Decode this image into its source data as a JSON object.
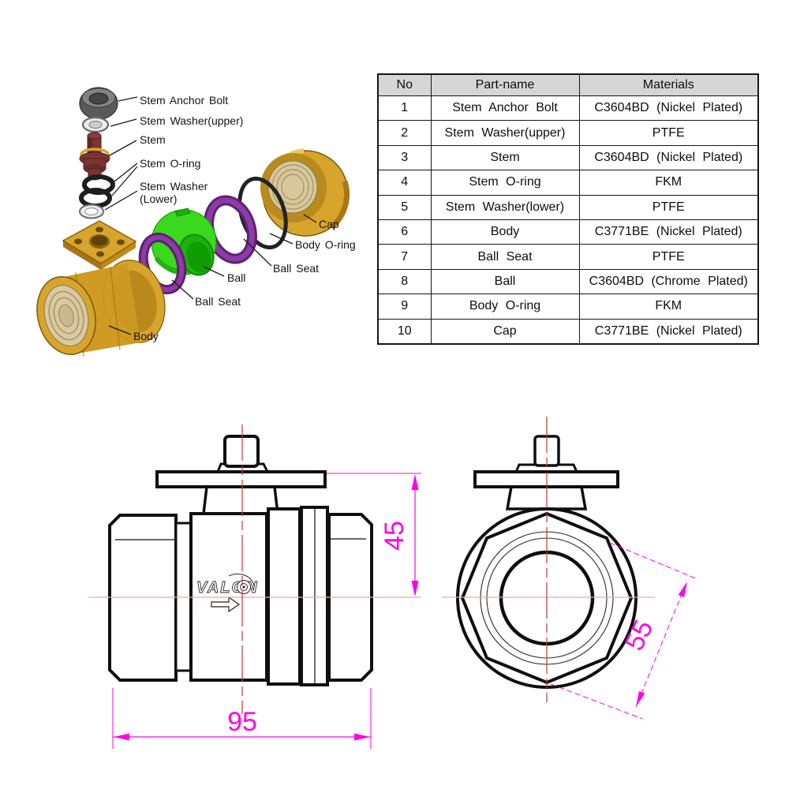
{
  "exploded_view": {
    "labels": {
      "stem_anchor_bolt": "Stem Anchor Bolt",
      "stem_washer_upper": "Stem Washer(upper)",
      "stem": "Stem",
      "stem_oring": "Stem O-ring",
      "stem_washer_lower_line1": "Stem Washer",
      "stem_washer_lower_line2": "(Lower)",
      "cap": "Cap",
      "body_oring": "Body O-ring",
      "ball_seat_right": "Ball Seat",
      "ball": "Ball",
      "ball_seat_left": "Ball Seat",
      "body": "Body"
    },
    "colors": {
      "brass": "#d7a42c",
      "ball_green": "#3bd81f",
      "seat_purple": "#8d3ba6",
      "oring_black": "#1e1e1e",
      "washer_silver": "#ececec",
      "nut_gray": "#5a5a5a",
      "stem_maroon": "#7c3433"
    }
  },
  "parts_table": {
    "headers": {
      "no": "No",
      "part_name": "Part-name",
      "materials": "Materials"
    },
    "rows": [
      {
        "no": "1",
        "part_name": "Stem Anchor Bolt",
        "materials": "C3604BD (Nickel Plated)"
      },
      {
        "no": "2",
        "part_name": "Stem Washer(upper)",
        "materials": "PTFE"
      },
      {
        "no": "3",
        "part_name": "Stem",
        "materials": "C3604BD (Nickel Plated)"
      },
      {
        "no": "4",
        "part_name": "Stem O-ring",
        "materials": "FKM"
      },
      {
        "no": "5",
        "part_name": "Stem Washer(lower)",
        "materials": "PTFE"
      },
      {
        "no": "6",
        "part_name": "Body",
        "materials": "C3771BE (Nickel Plated)"
      },
      {
        "no": "7",
        "part_name": "Ball Seat",
        "materials": "PTFE"
      },
      {
        "no": "8",
        "part_name": "Ball",
        "materials": "C3604BD (Chrome Plated)"
      },
      {
        "no": "9",
        "part_name": "Body O-ring",
        "materials": "FKM"
      },
      {
        "no": "10",
        "part_name": "Cap",
        "materials": "C3771BE (Nickel Plated)"
      }
    ]
  },
  "drawings": {
    "front_view": {
      "height_dim": "45",
      "length_dim": "95",
      "logo_text": "VALON"
    },
    "end_view": {
      "across_flats_dim": "55"
    },
    "dimension_color": "#ff00e8",
    "centerline_color": "#c23a3a"
  }
}
